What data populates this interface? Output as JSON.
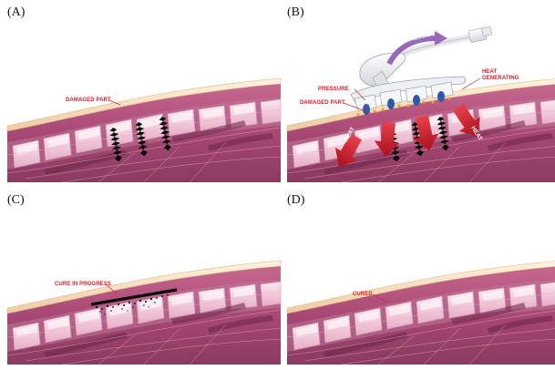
{
  "panels": {
    "a": {
      "label": "(A)",
      "damaged_part": "DAMAGED PART"
    },
    "b": {
      "label": "(B)",
      "pressure": "PRESSURE",
      "damaged_part": "DAMAGED PART",
      "heat_generating": "HEAT GENERATING",
      "heat": "HEAT",
      "vacuum": "VACUUM"
    },
    "c": {
      "label": "(C)",
      "cure_in_progress": "CURE IN PROGRESS"
    },
    "d": {
      "label": "(D)",
      "cured": "CURED"
    }
  },
  "colors": {
    "skin": "#f3d6b0",
    "muscle": "#b8567a",
    "muscle_dark": "#7e2f55",
    "vertebra": "#f5d9e6",
    "accent_red": "#d11f2a",
    "vacuum": "#9b68b8"
  }
}
